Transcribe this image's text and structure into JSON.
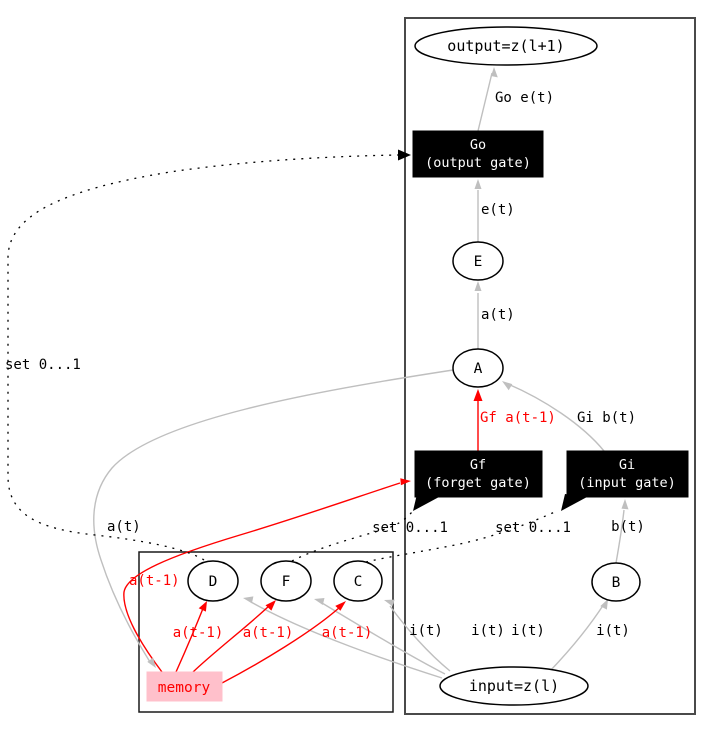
{
  "diagram": {
    "kind": "lstm-block-graph",
    "nodes": {
      "output": "output=z(l+1)",
      "go_line1": "Go",
      "go_line2": "(output gate)",
      "e": "E",
      "a": "A",
      "gf_line1": "Gf",
      "gf_line2": "(forget gate)",
      "gi_line1": "Gi",
      "gi_line2": "(input gate)",
      "b": "B",
      "input": "input=z(l)",
      "d": "D",
      "f": "F",
      "c": "C",
      "memory": "memory"
    },
    "edge_labels": {
      "go_to_output": "Go e(t)",
      "e_to_go": "e(t)",
      "a_to_e": "a(t)",
      "gf_to_a": "Gf a(t-1)",
      "gi_to_a": "Gi b(t)",
      "b_to_gi": "b(t)",
      "input_to_b": "i(t)",
      "input_to_c": "i(t)",
      "input_to_f": "i(t)",
      "input_to_d": "i(t)",
      "a_to_memory": "a(t)",
      "memory_to_gf": "a(t-1)",
      "memory_to_d": "a(t-1)",
      "memory_to_f": "a(t-1)",
      "memory_to_c": "a(t-1)",
      "set_go": "set 0...1",
      "set_gf": "set 0...1",
      "set_gi": "set 0...1"
    },
    "colors": {
      "edge_gray": "#bfbfbf",
      "edge_red": "#ff0000",
      "dotted_black": "#000000",
      "gate_fill": "#000000",
      "gate_text": "#ffffff",
      "memory_fill": "#ffc0cb",
      "memory_text": "#ff0000",
      "node_stroke": "#000000",
      "outer_box_stroke": "#4a4a4a"
    }
  }
}
